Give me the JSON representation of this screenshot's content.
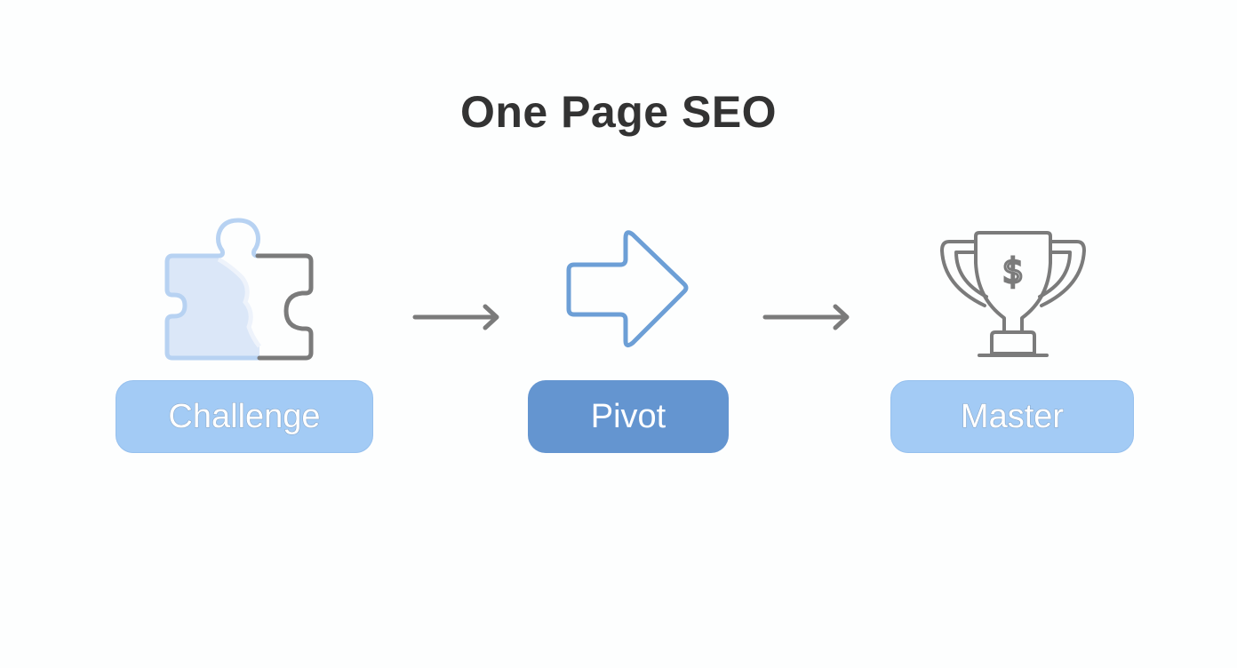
{
  "title": "One Page SEO",
  "colors": {
    "title": "#333333",
    "light_blue_box": "#a3cbf5",
    "dark_blue_box": "#6495d0",
    "arrow_icon_stroke": "#6d9fd6",
    "gray_stroke": "#7b7b7b",
    "puzzle_fill": "#d9e6f8"
  },
  "steps": [
    {
      "label": "Challenge",
      "icon": "puzzle-piece-icon",
      "style": "light"
    },
    {
      "label": "Pivot",
      "icon": "right-arrow-icon",
      "style": "dark"
    },
    {
      "label": "Master",
      "icon": "trophy-dollar-icon",
      "style": "light"
    }
  ],
  "connectors": [
    {
      "from": "Challenge",
      "to": "Pivot",
      "icon": "arrow-right-icon"
    },
    {
      "from": "Pivot",
      "to": "Master",
      "icon": "arrow-right-icon"
    }
  ]
}
